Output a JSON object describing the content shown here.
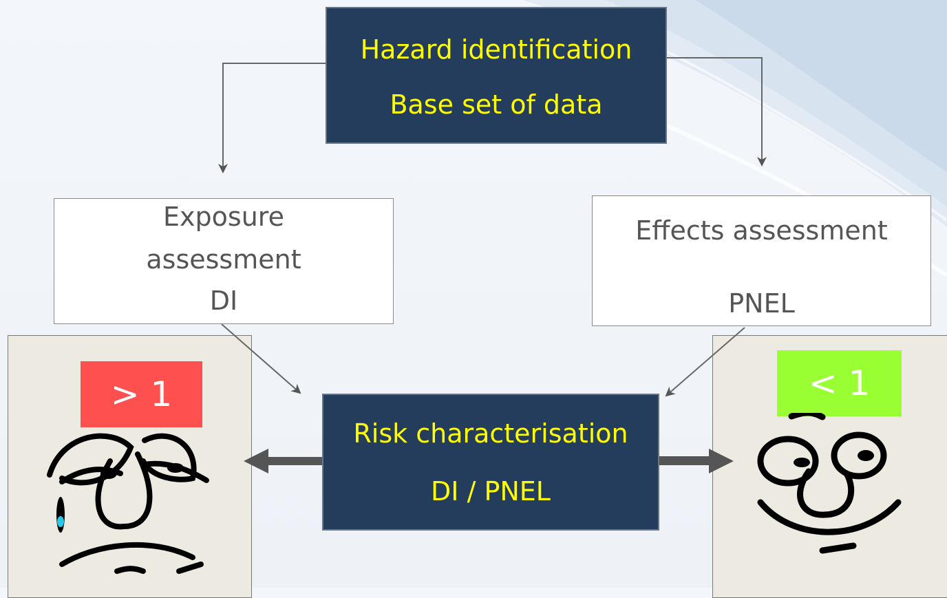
{
  "diagram": {
    "hazard": {
      "line1": "Hazard identification",
      "line2": "Base set of data"
    },
    "exposure": {
      "line1": "Exposure",
      "line2": "assessment",
      "line3": "DI"
    },
    "effects": {
      "line1": "Effects assessment",
      "line2": "PNEL"
    },
    "risk": {
      "line1": "Risk characterisation",
      "line2": "DI / PNEL"
    },
    "sad_badge": "> 1",
    "happy_badge": "< 1",
    "sad_icon": "sad-face-icon",
    "happy_icon": "happy-face-icon"
  },
  "colors": {
    "dark_box": "#253d5c",
    "dark_text": "#ffff00",
    "light_text": "#555555",
    "sad_badge": "#ff5050",
    "happy_badge": "#99ff33",
    "face_panel": "#edeae2"
  }
}
